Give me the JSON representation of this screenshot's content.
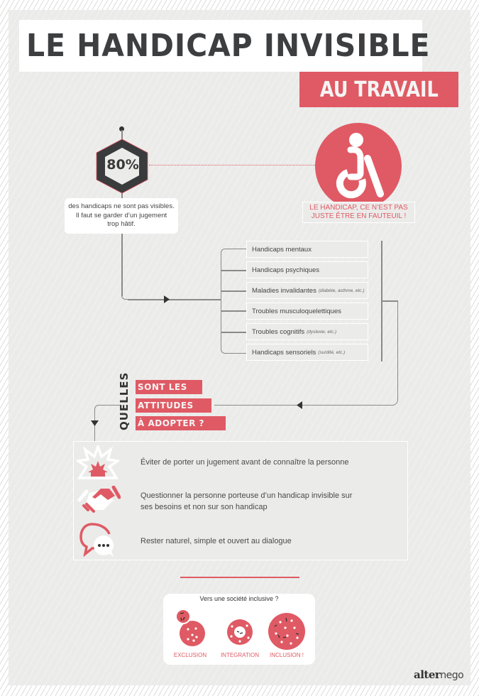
{
  "header": {
    "title": "LE HANDICAP INVISIBLE",
    "subtitle": "AU TRAVAIL"
  },
  "stat": {
    "value": "80%",
    "caption_line1": "des handicaps ne sont pas visibles.",
    "caption_line2": "Il faut se garder d’un jugement",
    "caption_line3": "trop hâtif."
  },
  "wheelchair": {
    "icon": "wheelchair-icon",
    "caption_line1": "LE HANDICAP, CE N’EST PAS",
    "caption_line2": "JUSTE ÊTRE EN FAUTEUIL !"
  },
  "handicap_types": [
    {
      "label": "Handicaps mentaux",
      "note": ""
    },
    {
      "label": "Handicaps psychiques",
      "note": ""
    },
    {
      "label": "Maladies invalidantes",
      "note": "(diabète, asthme, etc.)"
    },
    {
      "label": "Troubles musculoquelettiques",
      "note": ""
    },
    {
      "label": "Troubles cognitifs",
      "note": "(dyslexie, etc.)"
    },
    {
      "label": "Handicaps sensoriels",
      "note": "(surdité, etc.)"
    }
  ],
  "question": {
    "vertical": "QUELLES",
    "line1": "SONT LES",
    "line2": "ATTITUDES",
    "line3": "À ADOPTER ?"
  },
  "attitudes": [
    {
      "icon": "explosion-icon",
      "line1": "Éviter de porter un jugement avant de connaître la personne",
      "line2": ""
    },
    {
      "icon": "handshake-icon",
      "line1": "Questionner la personne porteuse d’un handicap invisible sur",
      "line2": "ses besoins et non sur son handicap"
    },
    {
      "icon": "speech-bubbles-icon",
      "line1": "Rester naturel, simple et ouvert au dialogue",
      "line2": ""
    }
  ],
  "inclusive": {
    "title": "Vers une société inclusive ?",
    "items": [
      {
        "label": "EXCLUSION",
        "icon": "exclusion-circles-icon"
      },
      {
        "label": "INTEGRATION",
        "icon": "integration-circles-icon"
      },
      {
        "label": "INCLUSION !",
        "icon": "inclusion-circle-icon"
      }
    ]
  },
  "footer": {
    "logo_bold": "alter",
    "logo_light": "nego"
  },
  "colors": {
    "accent": "#df5a64",
    "dark": "#3d3e40",
    "panel": "#ebebea"
  }
}
